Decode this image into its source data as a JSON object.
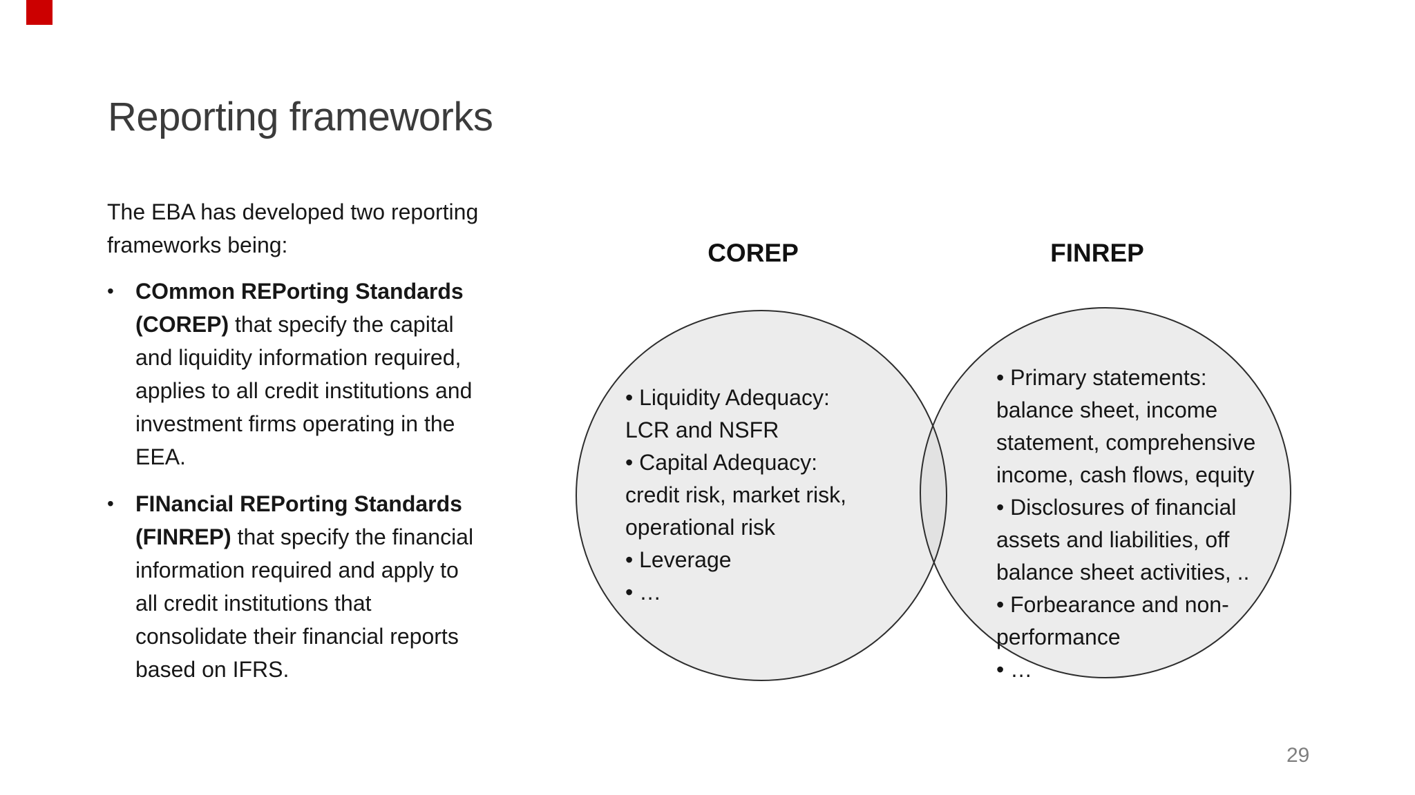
{
  "slide": {
    "title": "Reporting frameworks",
    "page_number": "29",
    "corner_mark_color": "#cc0000",
    "intro": "The EBA has developed two reporting\nframeworks being:",
    "bullet_char": "•",
    "bullets": [
      {
        "bold_line": "COmmon REPorting Standards",
        "bold_cont": "(COREP)",
        "after_bold": " that specify the capital",
        "rest": "and liquidity information required,\napplies to all credit institutions and\ninvestment firms operating in the\nEEA."
      },
      {
        "bold_line": "FINancial REPorting Standards",
        "bold_cont": "(FINREP)",
        "after_bold": " that specify the financial",
        "rest": "information required and apply to\nall credit institutions that\nconsolidate their financial reports\nbased on IFRS."
      }
    ],
    "venn": {
      "left_label": "COREP",
      "right_label": "FINREP",
      "left_items": "• Liquidity Adequacy:\nLCR and NSFR\n• Capital Adequacy:\ncredit risk, market risk,\noperational risk\n• Leverage\n• …",
      "right_items": "• Primary statements:\nbalance sheet, income\nstatement, comprehensive\nincome, cash flows, equity\n• Disclosures of financial\nassets and liabilities, off\nbalance sheet activities, ..\n• Forbearance and non-\nperformance\n• …",
      "circle_fill": "#ececec",
      "overlap_fill": "#e2e2e2",
      "circle_stroke": "#2d2d2d"
    }
  }
}
